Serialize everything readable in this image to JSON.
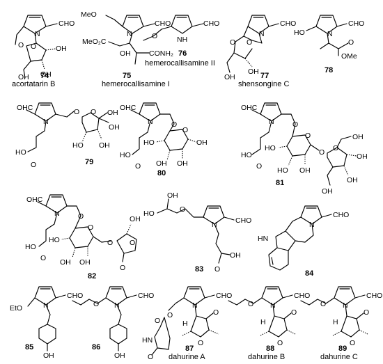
{
  "compounds": [
    {
      "number": "74",
      "name": "acortatarin B"
    },
    {
      "number": "75",
      "name": "hemerocallisamine I"
    },
    {
      "number": "76",
      "name": "hemerocallisamine II"
    },
    {
      "number": "77",
      "name": "shensongine C"
    },
    {
      "number": "78",
      "name": ""
    },
    {
      "number": "79",
      "name": ""
    },
    {
      "number": "80",
      "name": ""
    },
    {
      "number": "81",
      "name": ""
    },
    {
      "number": "82",
      "name": ""
    },
    {
      "number": "83",
      "name": ""
    },
    {
      "number": "84",
      "name": ""
    },
    {
      "number": "85",
      "name": ""
    },
    {
      "number": "86",
      "name": ""
    },
    {
      "number": "87",
      "name": "dahurine A"
    },
    {
      "number": "88",
      "name": "dahurine B"
    },
    {
      "number": "89",
      "name": "dahurine C"
    }
  ],
  "atoms": {
    "cho": "CHO",
    "ohc": "OHC",
    "oh": "OH",
    "ho": "HO",
    "o": "O",
    "n": "N",
    "nh": "NH",
    "hn": "HN",
    "h": "H",
    "meo": "MeO",
    "meo2c": "MeO₂C",
    "conh2": "CONH₂",
    "ome": "OMe",
    "eto": "EtO",
    "h_lower": "H",
    "oh_wedge": "OH"
  }
}
